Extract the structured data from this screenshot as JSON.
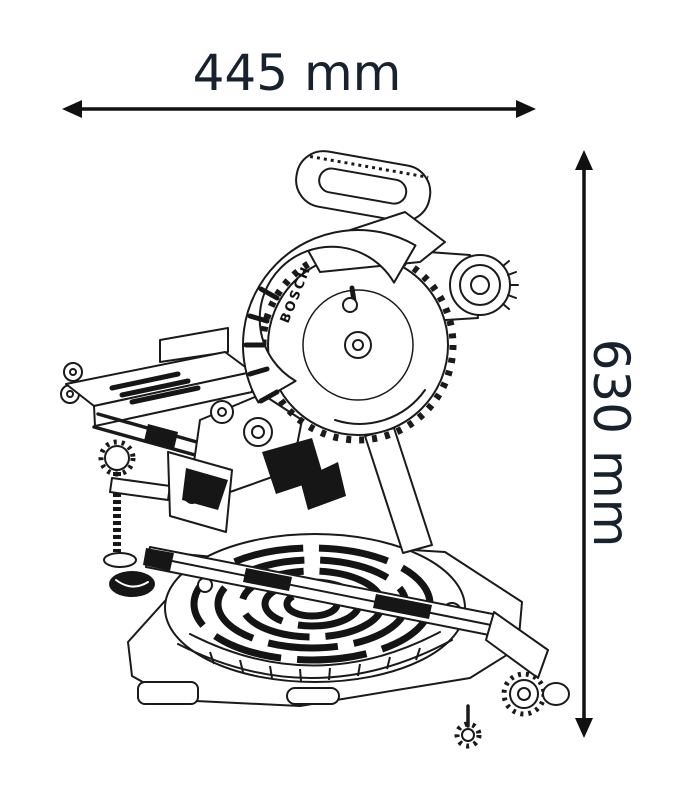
{
  "diagram": {
    "illustration": "sliding-compound-miter-saw-line-drawing",
    "brand_label": "BOSCH",
    "width_dimension": {
      "label": "445 mm",
      "value": 445,
      "unit": "mm",
      "orientation": "horizontal"
    },
    "height_dimension": {
      "label": "630 mm",
      "value": 630,
      "unit": "mm",
      "orientation": "vertical"
    },
    "colors": {
      "line": "#1a1a1a",
      "dimension_text": "#18222e",
      "background": "#ffffff"
    }
  }
}
